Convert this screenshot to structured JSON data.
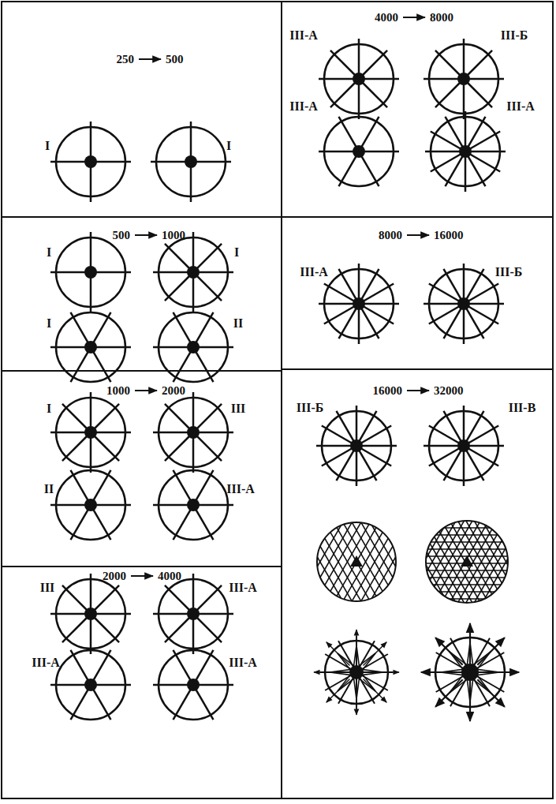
{
  "diagram": {
    "labels": [
      "250",
      "500",
      "I",
      "I",
      "500",
      "1000",
      "I",
      "I",
      "I",
      "II",
      "1000",
      "2000",
      "I",
      "III",
      "II",
      "III-A",
      "2000",
      "4000",
      "III",
      "III-A",
      "III-A",
      "III-A",
      "4000",
      "8000",
      "III-A",
      "III-Б",
      "III-A",
      "III-A",
      "8000",
      "16000",
      "III-A",
      "III-Б",
      "16000",
      "32000",
      "III-Б",
      "III-В"
    ]
  }
}
